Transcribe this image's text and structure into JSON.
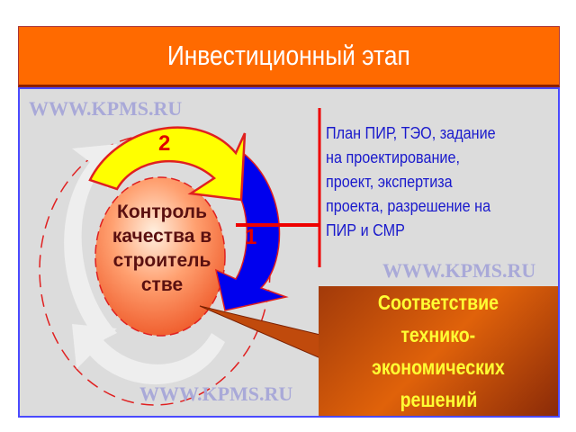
{
  "header": {
    "title": "Инвестиционный этап"
  },
  "watermarks": [
    "WWW.KPMS.RU",
    "WWW.KPMS.RU",
    "WWW.KPMS.RU"
  ],
  "cycle": {
    "center_lines": [
      "Контроль",
      "качества в",
      "строитель",
      "стве"
    ],
    "step_1": "1",
    "step_2": "2"
  },
  "info_lines": [
    "План ПИР, ТЭО, задание",
    "на проектирование,",
    "проект, экспертиза",
    "проекта, разрешение на",
    "ПИР и СМР"
  ],
  "callout_lines": [
    "Соответствие",
    "технико-",
    "экономических",
    "решений"
  ],
  "colors": {
    "header": "#ff6a00",
    "panel": "#dcdcdc",
    "info_text": "#1a1acc",
    "callout_text": "#ffff33"
  }
}
